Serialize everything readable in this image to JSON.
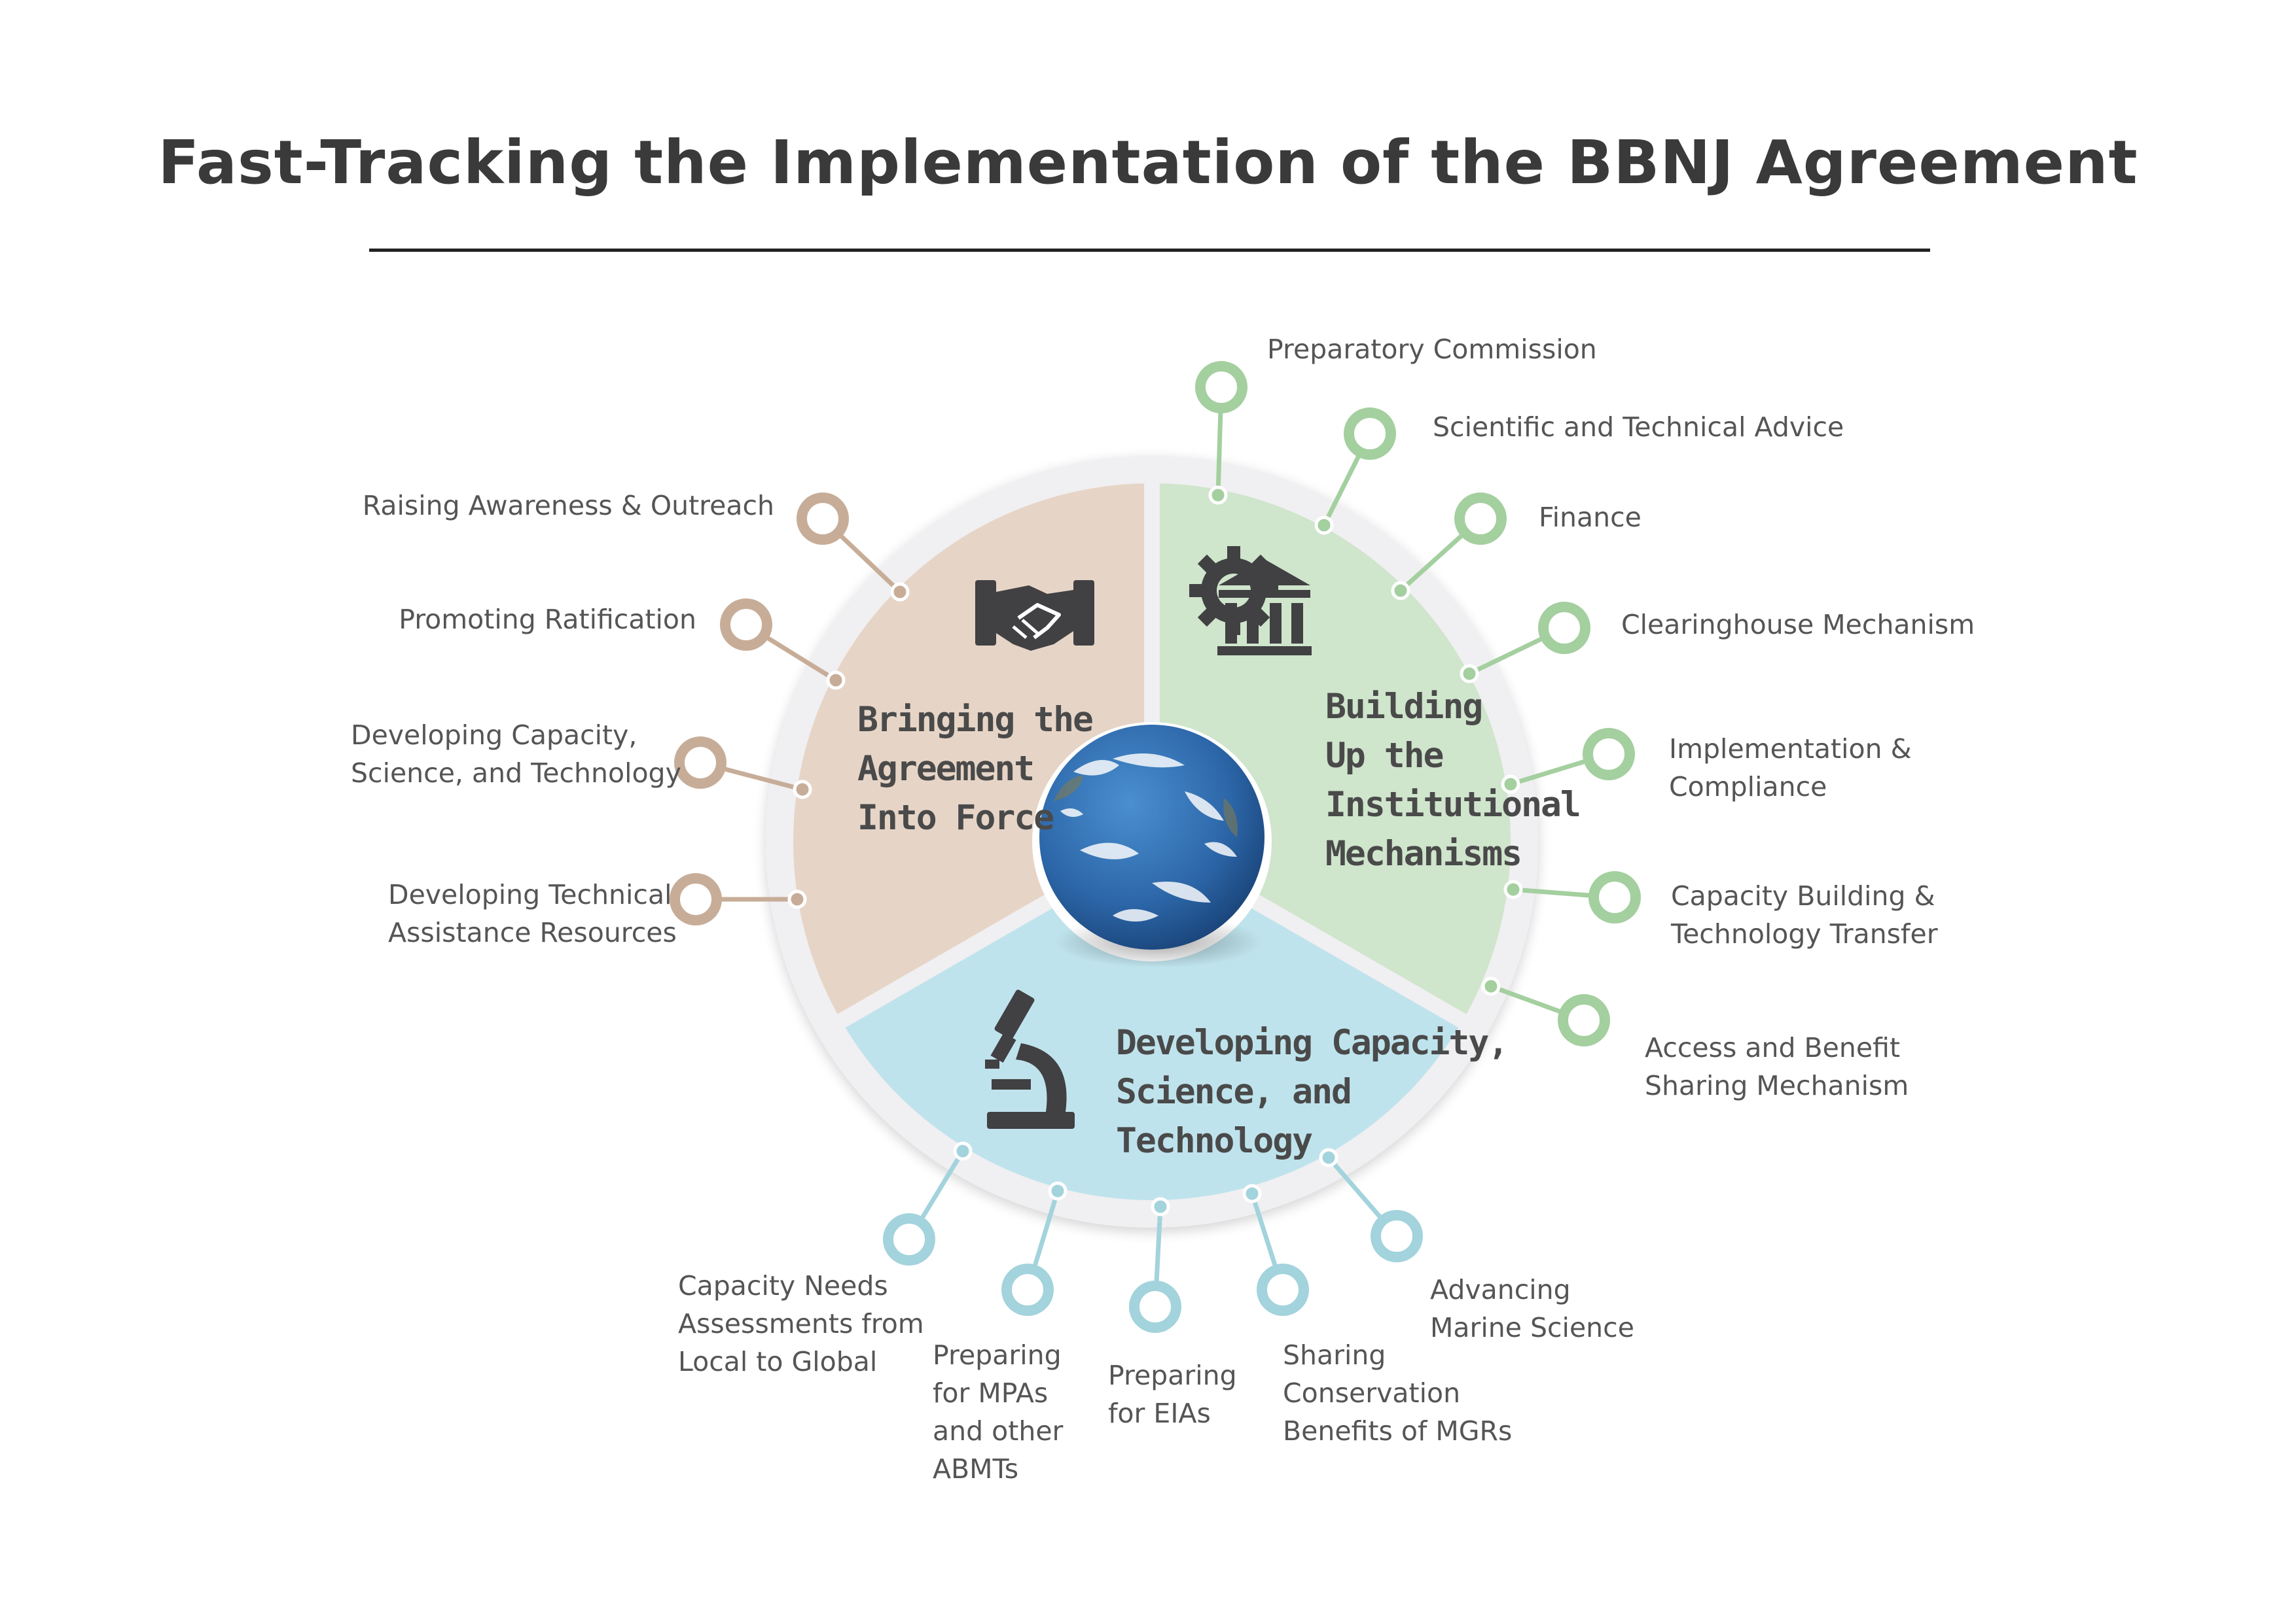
{
  "title": "Fast-Tracking the Implementation of the BBNJ Agreement",
  "colors": {
    "tan": "#e6d5c7",
    "tan_marker": "#c7ad98",
    "green": "#cfe5cc",
    "green_marker": "#a4cf9f",
    "blue": "#bfe3ec",
    "blue_marker": "#a3d3dc",
    "ring": "#f0eff1",
    "icon": "#414042",
    "ocean": "#2f6fb3"
  },
  "segments": [
    {
      "key": "force",
      "title": "Bringing the\nAgreement\nInto Force",
      "icon": "handshake-icon",
      "color": "#e6d5c7",
      "items": [
        "Raising Awareness & Outreach",
        "Promoting Ratification",
        "Developing Capacity,\nScience, and Technology",
        "Developing Technical\nAssistance Resources"
      ]
    },
    {
      "key": "institutions",
      "title": "Building\nUp the\nInstitutional\nMechanisms",
      "icon": "institution-gear-icon",
      "color": "#cfe5cc",
      "items": [
        "Preparatory Commission",
        "Scientific and Technical Advice",
        "Finance",
        "Clearinghouse Mechanism",
        "Implementation &\nCompliance",
        "Capacity Building &\nTechnology Transfer",
        "Access and Benefit\nSharing Mechanism"
      ]
    },
    {
      "key": "capacity",
      "title": "Developing Capacity,\nScience, and\nTechnology",
      "icon": "microscope-icon",
      "color": "#bfe3ec",
      "items": [
        "Capacity Needs\nAssessments from\nLocal to Global",
        "Preparing\nfor MPAs\nand other\nABMTs",
        "Preparing\nfor EIAs",
        "Sharing\nConservation\nBenefits of MGRs",
        "Advancing\nMarine Science"
      ]
    }
  ],
  "center": {
    "icon": "earth-globe-icon"
  }
}
